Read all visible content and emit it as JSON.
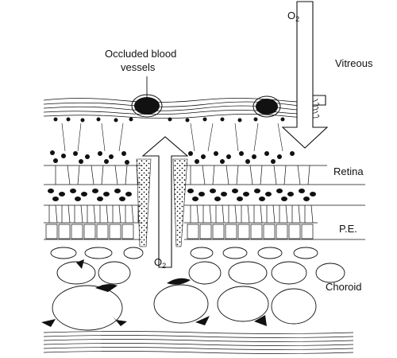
{
  "labels": {
    "occluded_line1": "Occluded blood",
    "occluded_line2": "vessels",
    "vitreous": "Vitreous",
    "retina": "Retina",
    "pe": "P.E.",
    "choroid": "Choroid",
    "o2_top_main": "O",
    "o2_top_sub": "2",
    "o2_bottom_main": "O",
    "o2_bottom_sub": "2"
  },
  "colors": {
    "ink": "#111111",
    "background": "#ffffff"
  }
}
